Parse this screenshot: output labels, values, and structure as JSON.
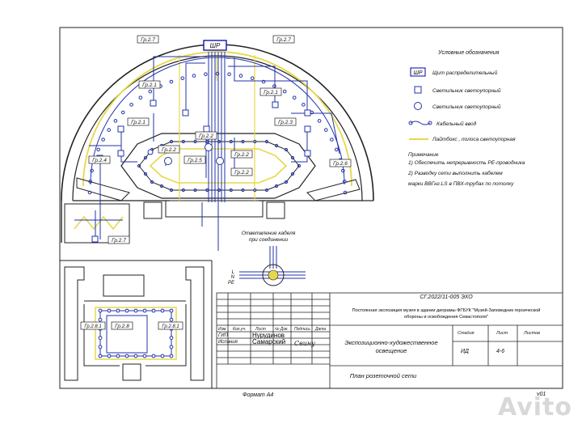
{
  "colors": {
    "wire": "#2233aa",
    "lighting": "#e6d84a",
    "wall": "#222222",
    "box": "#0000aa"
  },
  "groups": {
    "g27": "Гр.2.7",
    "g21": "Гр.2.1",
    "g22": "Гр.2.2",
    "g23": "Гр.2.3",
    "g24": "Гр.2.4",
    "g25": "Гр.2.5",
    "g26": "Гр.2.6",
    "g28": "Гр.2.8",
    "g281": "Гр.2.8.1"
  },
  "shr": "ШР",
  "legend": {
    "title": "Условные обозначения",
    "items": [
      "Щит распределительный",
      "Светильник светоупорный",
      "Светильник светоупорный",
      "Кабельный ввод",
      "Лайтбокс , полоса светоупорная"
    ]
  },
  "notes": {
    "title": "Примечание",
    "line1": "1) Обеспечить непрерывность РЕ-проводника",
    "line2": "2) Разводку сети выполнить кабелем",
    "line3": "марки ВВГнг.LS  в ПВХ-трубах по потолку"
  },
  "branch": {
    "title1": "Ответвление кабеля",
    "title2": "при соединении",
    "L": "L",
    "N": "N",
    "PE": "PE"
  },
  "stamp": {
    "code": "СГ.2022/11-005 ЭХО",
    "description1": "Постоянная экспозиция музея в здании диорамы ФГБУК \"Музей-Заповедник героической",
    "description2": "обороны и освобождения Севастополя\"",
    "section_title1": "Экспозиционно-художественное",
    "section_title2": "освещение",
    "drawing_title": "План розеточной сети",
    "hdr_izm": "Изм.",
    "hdr_kol": "Кол.уч.",
    "hdr_list": "Лист",
    "hdr_doc": "№ Док.",
    "hdr_sign": "Подпись",
    "hdr_date": "Дата",
    "role1": "ГИП",
    "role2": "Испания",
    "name1": "Нурудинов",
    "name2": "Самарский",
    "stage_hdr": "Стадия",
    "sheet_hdr": "Лист",
    "sheets_hdr": "Листов",
    "stage": "ИД",
    "sheet": "4-6",
    "signature": "Свину"
  },
  "format": "Формат А4",
  "version": "v01",
  "watermark": "Avito"
}
